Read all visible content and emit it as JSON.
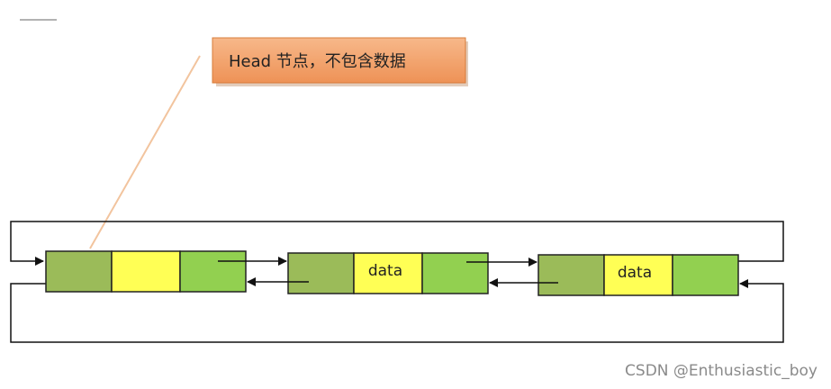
{
  "callout": {
    "text": "Head 节点，不包含数据",
    "color": "#f4a36a",
    "border_color": "#d77c3a",
    "leader_color": "#f2c49e"
  },
  "nodes": [
    {
      "id": "head",
      "data_label": ""
    },
    {
      "id": "node-1",
      "data_label": "data"
    },
    {
      "id": "node-2",
      "data_label": "data"
    }
  ],
  "colors": {
    "prev_cell": "#9bbb59",
    "data_cell": "#ffff55",
    "next_cell": "#92d050",
    "border": "#222222"
  },
  "watermark": "CSDN @Enthusiastic_boy"
}
